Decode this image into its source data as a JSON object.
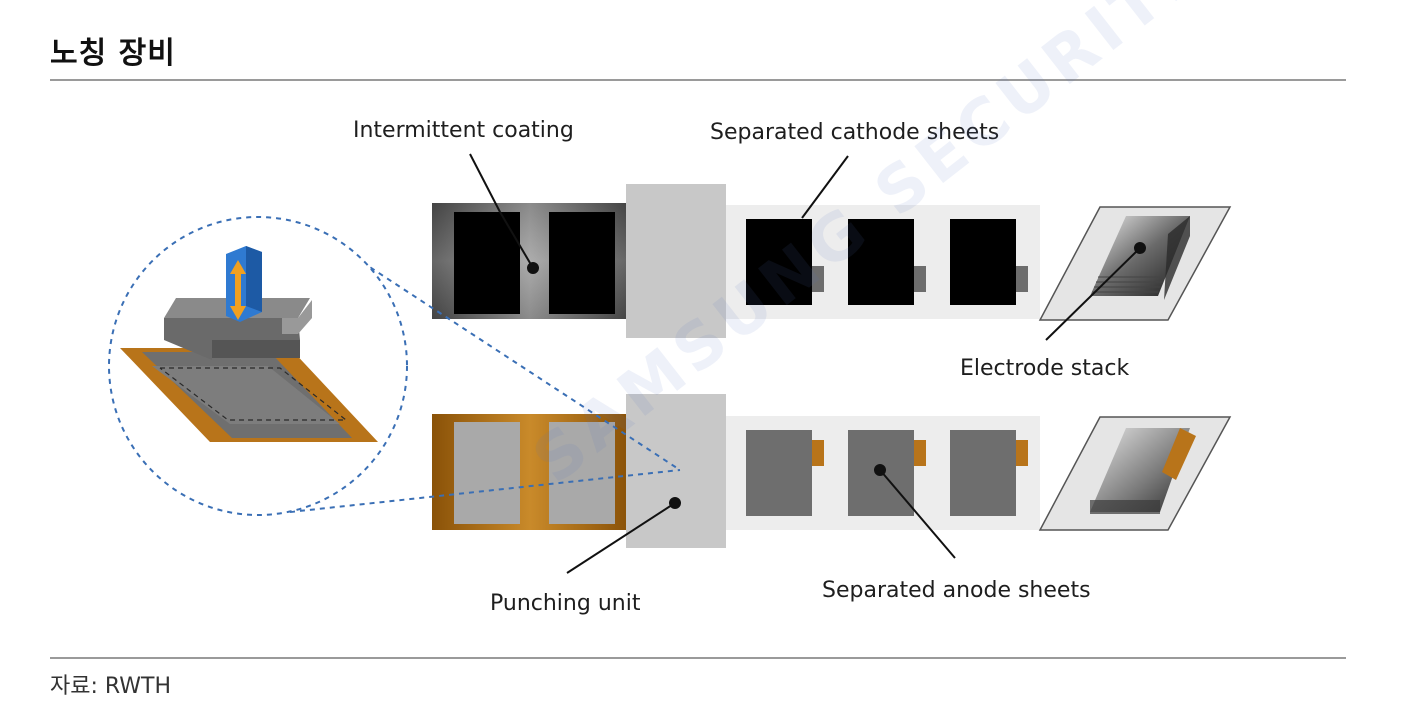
{
  "header": {
    "title": "노칭 장비"
  },
  "labels": {
    "intermittent_coating": "Intermittent coating",
    "separated_cathode_sheets": "Separated cathode sheets",
    "electrode_stack": "Electrode stack",
    "punching_unit": "Punching unit",
    "separated_anode_sheets": "Separated anode sheets"
  },
  "footer": {
    "source": "자료: RWTH"
  },
  "watermark": "SAMSUNG SECURITIES",
  "colors": {
    "cathode": "#000000",
    "anode": "#6e6e6e",
    "copper": "#b8741a",
    "punch_unit": "#c7c7c7",
    "zoom_circle": "#3a6fb5",
    "arrow_blue": "#2f7ad1",
    "arrow_orange": "#f0a020"
  }
}
